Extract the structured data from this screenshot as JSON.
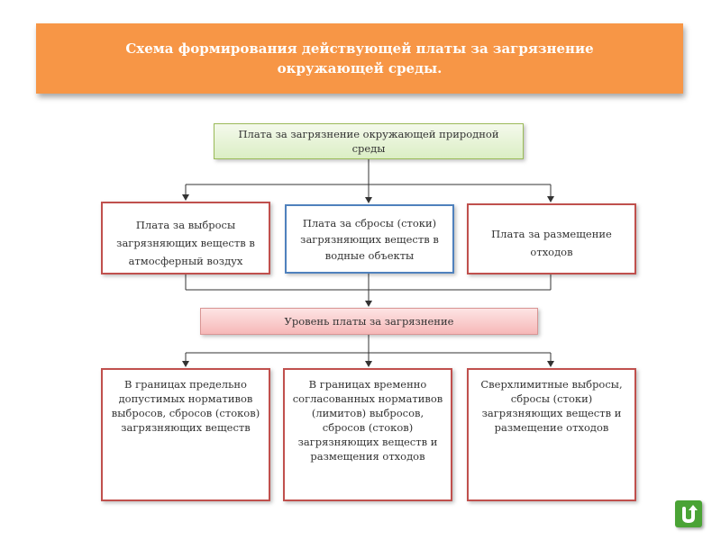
{
  "header": {
    "title": "Схема формирования действующей платы за загрязнение окружающей среды."
  },
  "diagram": {
    "root": "Плата за загрязнение окружающей природной среды",
    "level1": [
      "Плата за выбросы загрязняющих веществ в атмосферный воздух",
      "Плата за сбросы (стоки) загрязняющих веществ в водные объекты",
      "Плата за размещение отходов"
    ],
    "middle": "Уровень платы за загрязнение",
    "level2": [
      "В границах предельно допустимых нормативов выбросов, сбросов (стоков) загрязняющих веществ",
      "В границах временно согласованных нормативов (лимитов) выбросов, сбросов (стоков) загрязняющих веществ и размещения отходов",
      "Сверхлимитные выбросы, сбросы (стоки) загрязняющих веществ и размещение отходов"
    ]
  },
  "nav": {
    "icon": "return-arrow-icon",
    "color": "#4aa335"
  },
  "colors": {
    "banner": "#f79646",
    "box_red": "#c0504d",
    "box_blue": "#4f81bd",
    "root_green": "#9bbb59",
    "middle_pink": "#f6b8b8"
  }
}
